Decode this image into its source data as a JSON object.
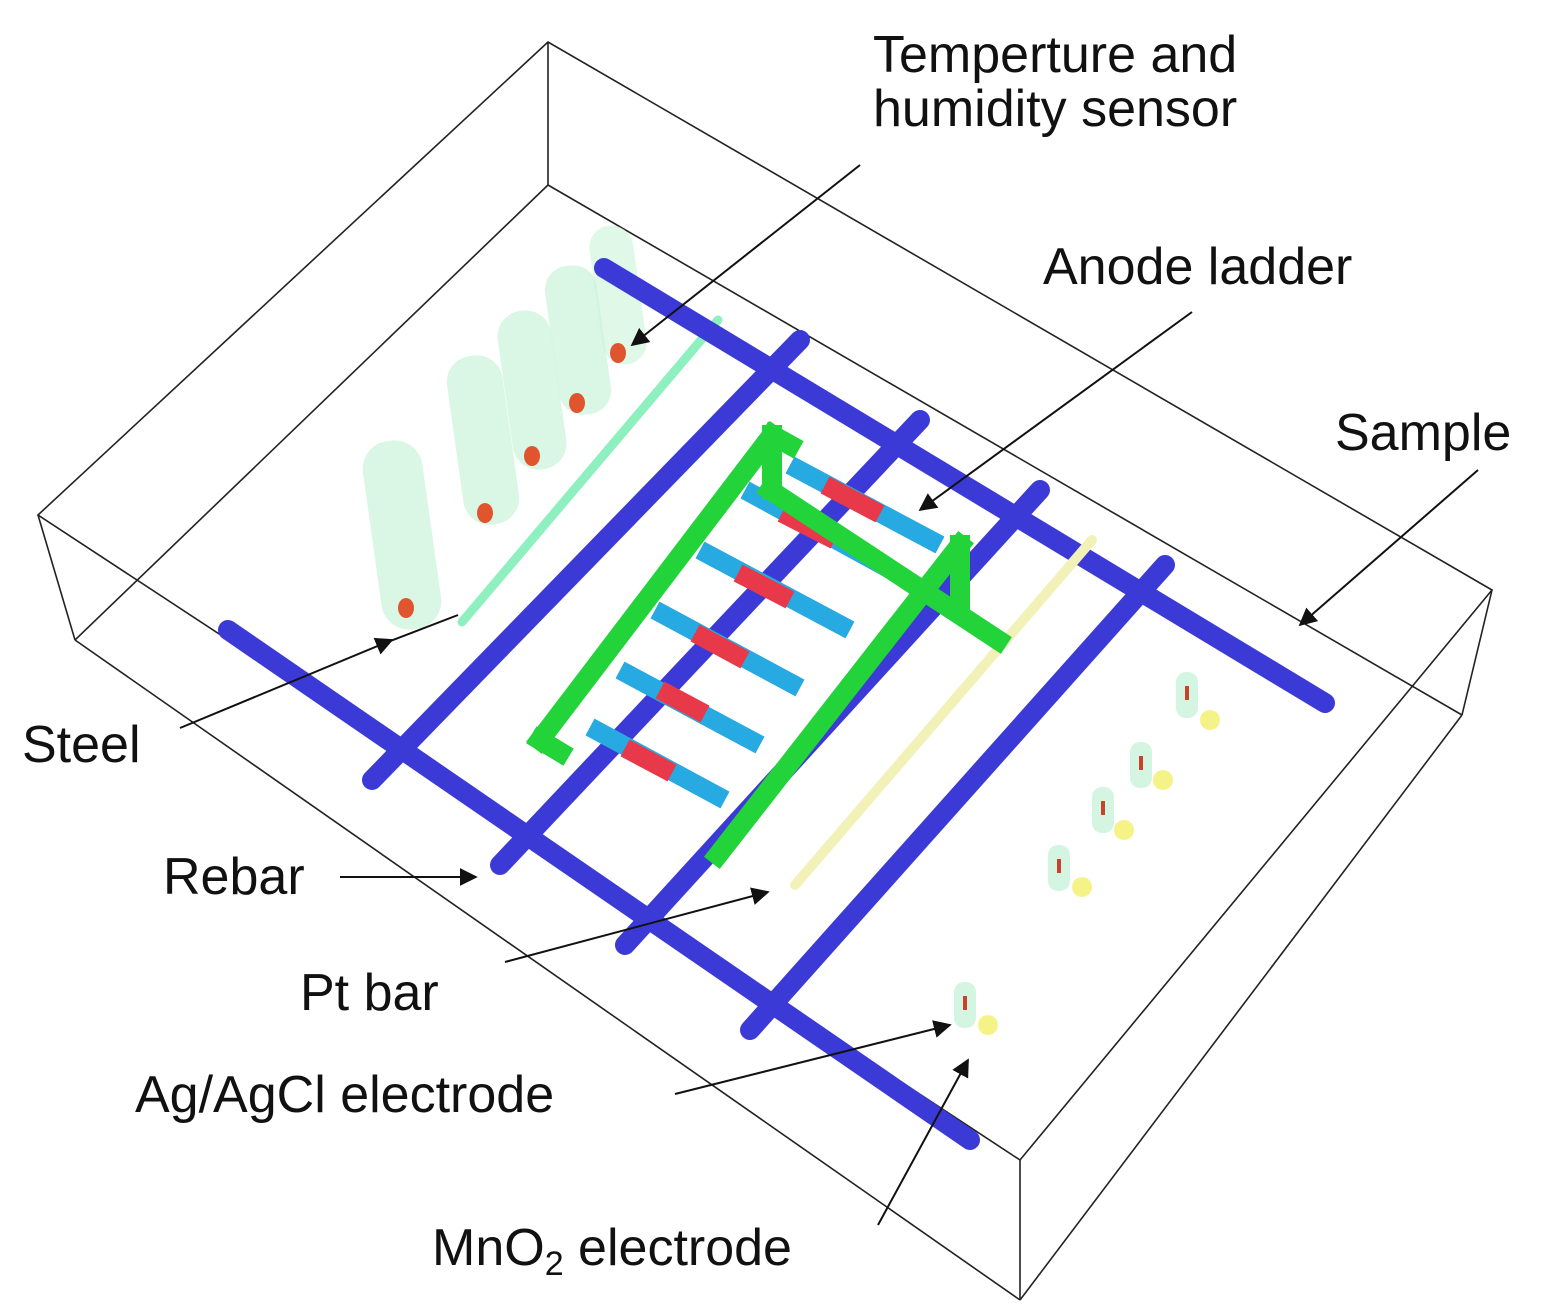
{
  "labels": {
    "sensor_line1": "Temperture and",
    "sensor_line2": "humidity sensor",
    "anode_ladder": "Anode ladder",
    "sample": "Sample",
    "steel": "Steel",
    "rebar": "Rebar",
    "pt_bar": "Pt bar",
    "agagcl": "Ag/AgCl electrode",
    "mno2_main": "MnO",
    "mno2_sub": "2",
    "mno2_tail": " electrode"
  },
  "colors": {
    "rebar": "#3c3ad6",
    "anode_frame": "#22d33a",
    "anode_rung_blue": "#27a9e1",
    "anode_rung_red": "#e8394a",
    "steel": "#8ff0bf",
    "pt_bar": "#f2f2b8",
    "sensor_tube": "#c9f3d9",
    "sensor_dot": "#e0552e",
    "agagcl_dot": "#c7442a",
    "mno2_dot": "#f4f27a",
    "outline": "#222222"
  }
}
